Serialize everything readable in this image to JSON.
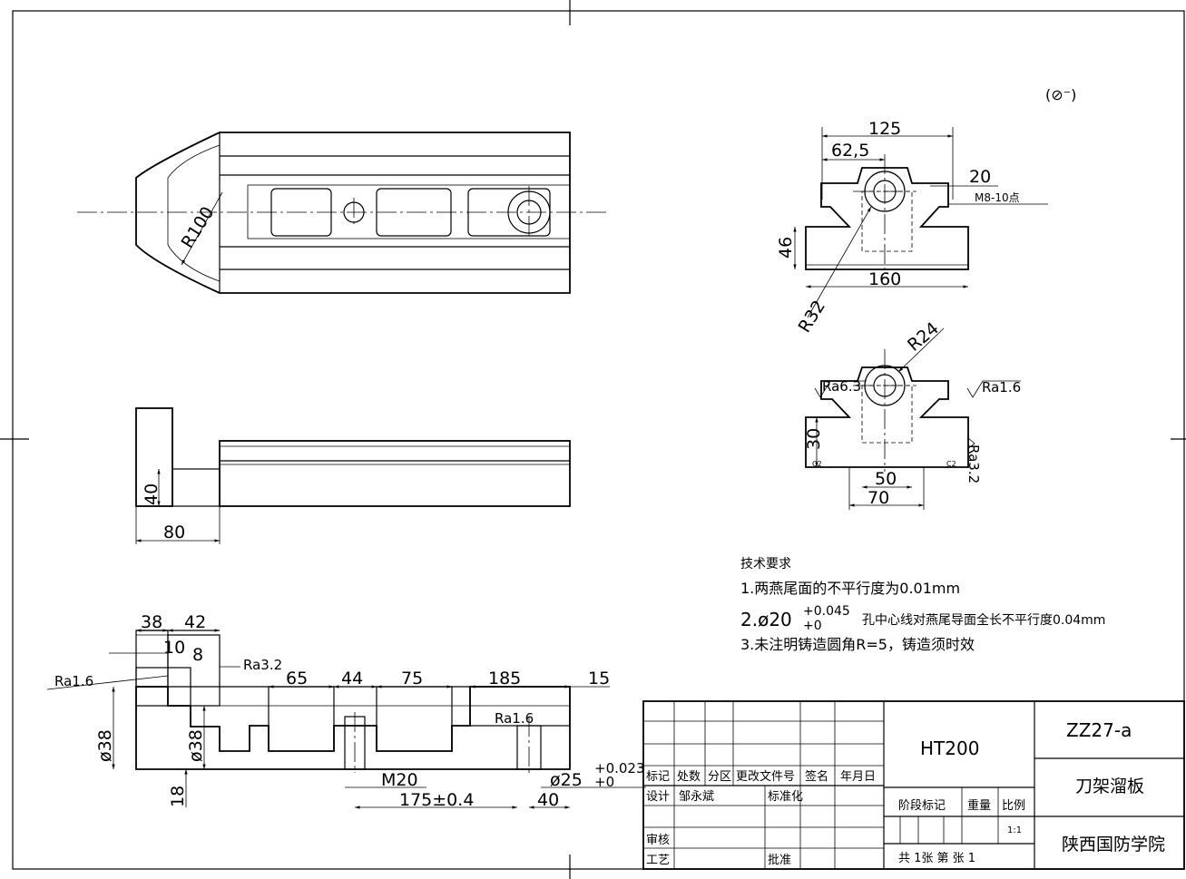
{
  "symbol_note": "(⊘⁻)",
  "plan_view": {
    "radius": "R100"
  },
  "side_view": {
    "dim_height": "40",
    "dim_width": "80"
  },
  "end_view": {
    "dim_width": "125",
    "dim_half": "62,5",
    "dim_dovetail": "20",
    "dim_height": "46",
    "dim_base": "160",
    "radius": "R32",
    "note_thread": "M8-10点"
  },
  "section_view": {
    "radius": "R24",
    "ra_left": "Ra6.3",
    "ra_right": "Ra1.6",
    "ra_bottom": "Ra3.2",
    "dim_height": "30",
    "dim_inner": "50",
    "dim_outer": "70",
    "chamfer": "C2"
  },
  "front_section": {
    "dims_top": [
      "38",
      "42",
      "10",
      "8",
      "65",
      "44",
      "75",
      "185",
      "15"
    ],
    "ra_left": "Ra1.6",
    "ra_top": "Ra3.2",
    "ra_mid": "Ra1.6",
    "dia_left": "ø38",
    "dia_inner": "ø38",
    "dim_bottom": "18",
    "thread": "M20",
    "length": "175±0.4",
    "end_len": "40",
    "bore": "ø25",
    "bore_tol_upper": "+0.023",
    "bore_tol_lower": "+0"
  },
  "tech_requirements": {
    "title": "技术要求",
    "item1": "1.两燕尾面的不平行度为0.01mm",
    "item2_prefix": "2.ø20",
    "item2_tol_upper": "+0.045",
    "item2_tol_lower": "+0",
    "item2_suffix": "孔中心线对燕尾导面全长不平行度0.04mm",
    "item3": "3.未注明铸造圆角R=5，铸造须时效"
  },
  "title_block": {
    "material": "HT200",
    "drawing_no": "ZZ27-a",
    "part_name": "刀架溜板",
    "school": "陕西国防学院",
    "scale": "1:1",
    "headers": [
      "标记",
      "处数",
      "分区",
      "更改文件号",
      "签名",
      "年月日"
    ],
    "labels": {
      "design": "设计",
      "designer": "邹永斌",
      "standardize": "标准化",
      "review": "审核",
      "process": "工艺",
      "approve": "批准",
      "stage": "阶段标记",
      "weight": "重量",
      "ratio": "比例",
      "sheet_count": "共  1张 第  张  1"
    }
  }
}
